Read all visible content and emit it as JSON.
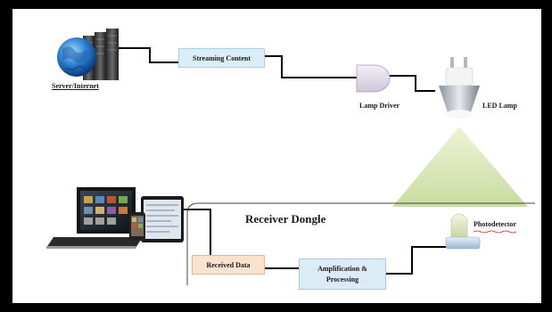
{
  "labels": {
    "server": "Server/Internet",
    "streaming": "Streaming Content",
    "lamp_driver": "Lamp Driver",
    "led_lamp": "LED Lamp",
    "receiver_dongle": "Receiver Dongle",
    "photodetector": "Photodetector",
    "received_data": "Received Data",
    "amplification_line1": "Amplification &",
    "amplification_line2": "Processing"
  },
  "colors": {
    "frame": "#000000",
    "streaming_box": "#d9eef7",
    "received_box": "#fbe2cf",
    "amplification_box": "#dcecf6",
    "light_cone": "#d8e5b8",
    "gate": "#e8e2ee"
  }
}
